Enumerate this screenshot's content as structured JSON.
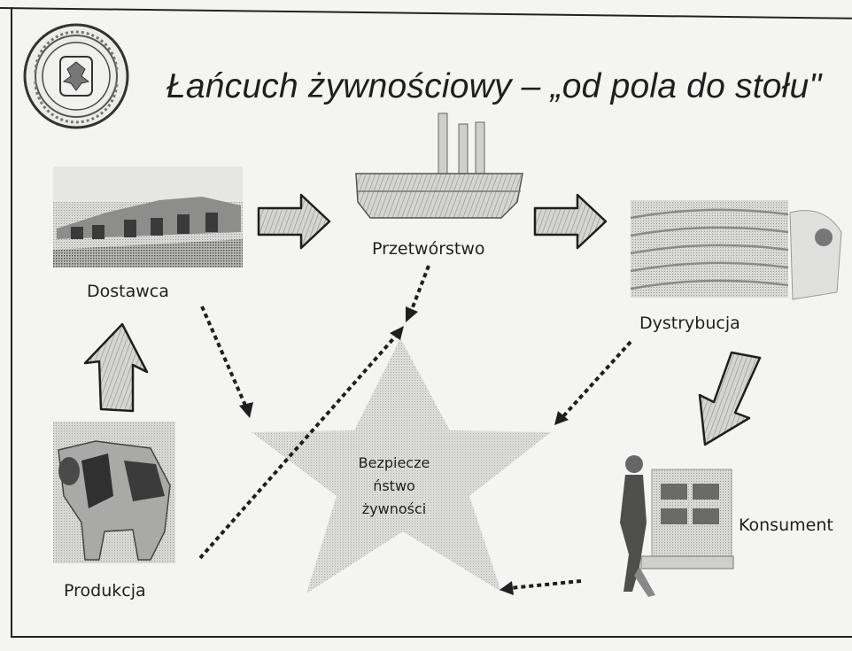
{
  "title": "Łańcuch żywnościowy  – „od pola do stołu\"",
  "nodes": {
    "dostawca": "Dostawca",
    "przetworstwo": "Przetwórstwo",
    "dystrybucja": "Dystrybucja",
    "konsument": "Konsument",
    "produkcja": "Produkcja"
  },
  "center": {
    "line1": "Bezpiecze",
    "line2": "ństwo",
    "line3": "żywności"
  },
  "logo": {
    "icon": "polish-eagle-seal-icon"
  },
  "colors": {
    "arrow_fill": "#bdbdbd",
    "arrow_stroke": "#1f1f1f",
    "star_fill": "#e4e4e2",
    "dotted": "#1f1f1f"
  }
}
